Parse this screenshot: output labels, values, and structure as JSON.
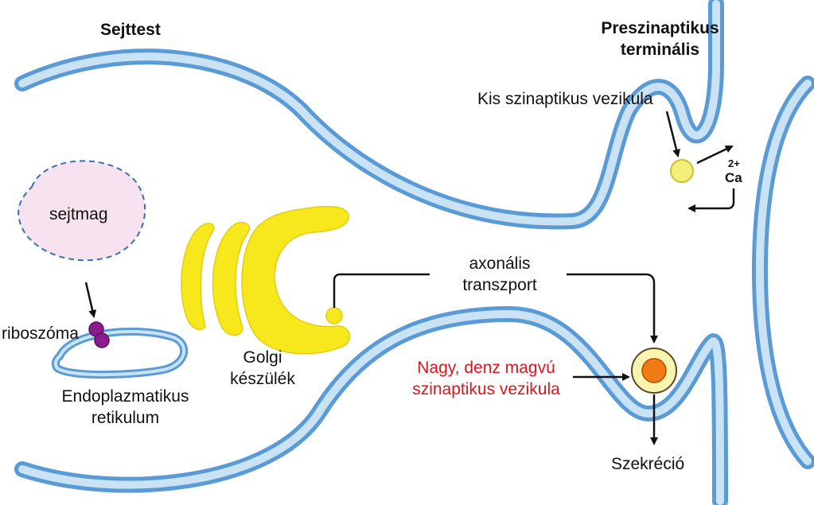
{
  "labels": {
    "soma_title": "Sejttest",
    "terminal_title_line1": "Preszinaptikus",
    "terminal_title_line2": "terminális",
    "small_vesicle": "Kis szinaptikus vezikula",
    "nucleus": "sejtmag",
    "ribosome": "riboszóma",
    "er_line1": "Endoplazmatikus",
    "er_line2": "retikulum",
    "golgi_line1": "Golgi",
    "golgi_line2": "készülék",
    "transport_line1": "axonális",
    "transport_line2": "transzport",
    "dcv_line1": "Nagy, denz magvú",
    "dcv_line2": "szinaptikus vezikula",
    "secretion": "Szekréció",
    "calcium_symbol": "Ca",
    "calcium_charge": "2+"
  },
  "colors": {
    "membrane_outer": "#5b9bd5",
    "membrane_inner": "#c9e3f5",
    "golgi": "#f7e81e",
    "golgi_edge": "#e0cf10",
    "nucleus_fill": "#f6e3ef",
    "nucleus_edge": "#3b6fb0",
    "ribosome": "#8b1d8f",
    "small_vesicle": "#f3ef7a",
    "dcv_core": "#f07a14",
    "dcv_ring": "#fbf4b0",
    "highlight_text": "#e0141c",
    "arrow": "#111111"
  }
}
